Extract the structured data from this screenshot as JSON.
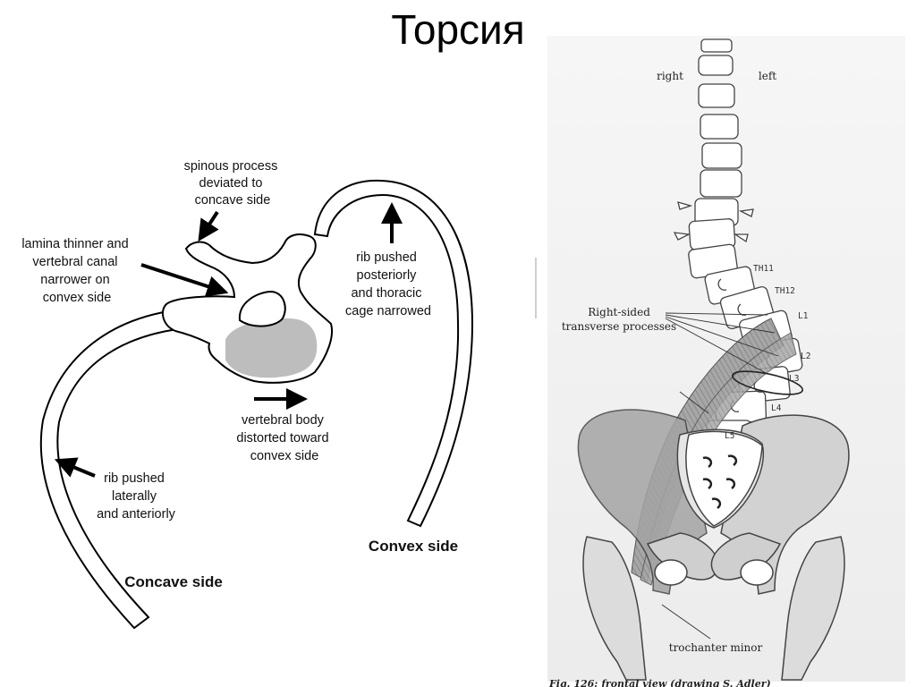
{
  "title": "Торсия",
  "left_diagram": {
    "labels": {
      "spinous": [
        "spinous process",
        "deviated to",
        "concave side"
      ],
      "lamina": [
        "lamina thinner and",
        "vertebral canal",
        "narrower on",
        "convex side"
      ],
      "rib_posterior": [
        "rib pushed",
        "posteriorly",
        "and thoracic",
        "cage narrowed"
      ],
      "vertebral_body": [
        "vertebral body",
        "distorted toward",
        "convex side"
      ],
      "rib_lateral": [
        "rib pushed",
        "laterally",
        "and anteriorly"
      ],
      "concave_side": "Concave side",
      "convex_side": "Convex side"
    }
  },
  "right_figure": {
    "labels": {
      "right": "right",
      "left": "left",
      "th11": "TH11",
      "th12": "TH12",
      "l1": "L1",
      "l2": "L2",
      "l3": "L3",
      "l4": "L4",
      "l5": "L5",
      "transverse": [
        "Right-sided",
        "transverse processes"
      ],
      "trochanter": "trochanter minor",
      "caption": "Fig. 126: frontal view (drawing S. Adler)"
    },
    "colors": {
      "background": "#f2f2f2",
      "muscle": "#9a9a9a"
    }
  }
}
